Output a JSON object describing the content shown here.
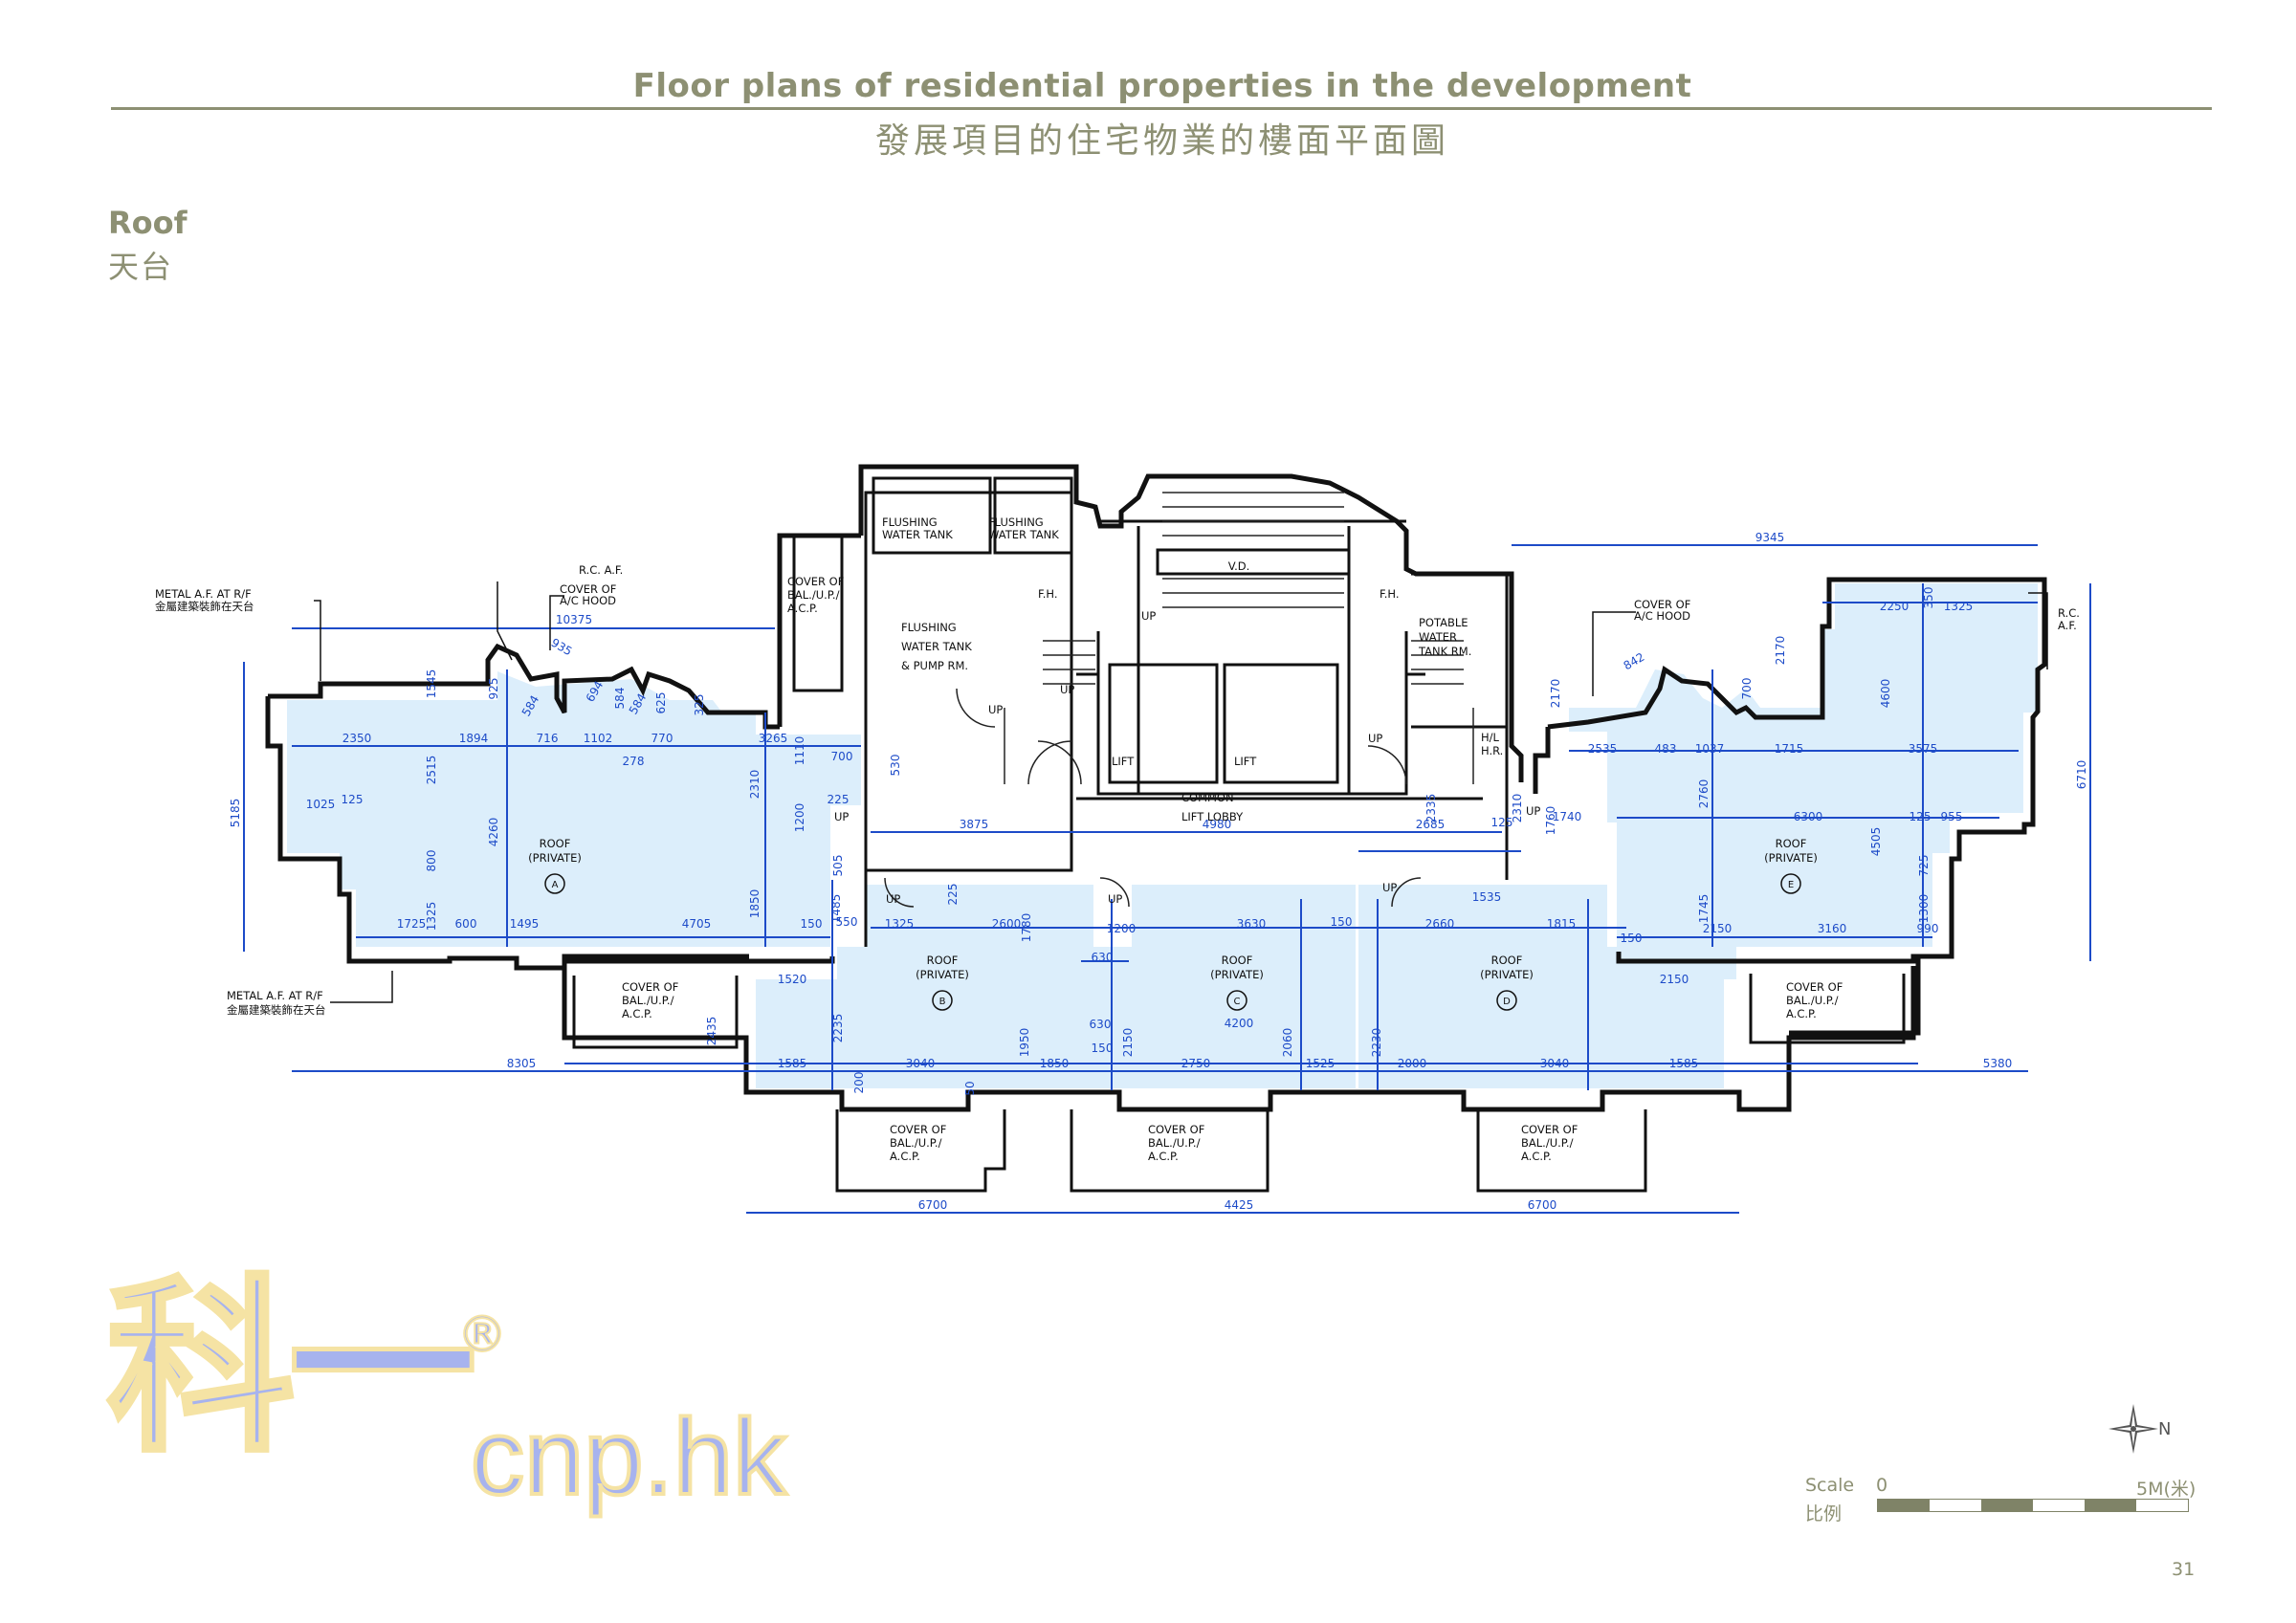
{
  "header": {
    "title_en": "Floor plans of residential properties in the development",
    "title_zh": "發展項目的住宅物業的樓面平面圖"
  },
  "section": {
    "title_en": "Roof",
    "title_zh": "天台"
  },
  "plan": {
    "rooms": [
      {
        "id": "A",
        "title": "ROOF",
        "subtitle": "(PRIVATE)"
      },
      {
        "id": "B",
        "title": "ROOF",
        "subtitle": "(PRIVATE)"
      },
      {
        "id": "C",
        "title": "ROOF",
        "subtitle": "(PRIVATE)"
      },
      {
        "id": "D",
        "title": "ROOF",
        "subtitle": "(PRIVATE)"
      },
      {
        "id": "E",
        "title": "ROOF",
        "subtitle": "(PRIVATE)"
      }
    ],
    "labels": {
      "flushing_tank_1": [
        "FLUSHING",
        "WATER TANK"
      ],
      "flushing_tank_2": [
        "FLUSHING",
        "WATER TANK"
      ],
      "flushing_pump": [
        "FLUSHING",
        "WATER TANK",
        "& PUMP RM."
      ],
      "potable_tank": [
        "POTABLE",
        "WATER",
        "TANK RM."
      ],
      "vd": "V.D.",
      "lift": "LIFT",
      "lobby": [
        "COMMON",
        "LIFT LOBBY"
      ],
      "fh": "F.H.",
      "up": "UP",
      "hl_hr": [
        "H/L",
        "H.R."
      ],
      "rc_af": "R.C. A.F.",
      "rc_af_stack": [
        "R.C.",
        "A.F."
      ],
      "ac_hood": [
        "COVER OF",
        "A/C HOOD"
      ],
      "bal_cover": [
        "COVER OF",
        "BAL./U.P./",
        "A.C.P."
      ],
      "metal_en": "METAL A.F. AT R/F",
      "metal_zh": "金屬建築裝飾在天台"
    },
    "dims": {
      "top_left_run": "10375",
      "top_right_run": "9345",
      "bottom_left_run": "8305",
      "bottom_right_run": "5380",
      "bottom_segments": [
        "6700",
        "4425",
        "6700"
      ],
      "left_height": "5185",
      "right_height": "6710",
      "roof_a": [
        "2350",
        "1894",
        "716",
        "1102",
        "770",
        "3265",
        "278",
        "1025",
        "125",
        "2515",
        "4260",
        "800",
        "1325",
        "1725",
        "600",
        "1495",
        "4705",
        "150",
        "1110",
        "2310",
        "1200",
        "1850",
        "225",
        "700",
        "935",
        "925",
        "584",
        "694",
        "584",
        "584",
        "625",
        "325",
        "1545"
      ],
      "center": [
        "3875",
        "4980",
        "2685",
        "1325",
        "2600",
        "3630",
        "2660",
        "1815",
        "1535",
        "1200",
        "630",
        "4200",
        "2310",
        "2335",
        "530",
        "1485",
        "505",
        "550",
        "150",
        "125",
        "225"
      ],
      "bottom_strip": [
        "1585",
        "3040",
        "1850",
        "2750",
        "1525",
        "2000",
        "3040",
        "1585",
        "1520",
        "2150",
        "2235",
        "2435",
        "1950",
        "2150",
        "2060",
        "2230",
        "200",
        "150",
        "50",
        "1780",
        "630"
      ],
      "roof_e": [
        "2250",
        "1325",
        "2170",
        "4600",
        "2535",
        "483",
        "1037",
        "1715",
        "3575",
        "2760",
        "6300",
        "125",
        "955",
        "4505",
        "725",
        "1745",
        "1300",
        "990",
        "3160",
        "2150",
        "150",
        "350",
        "700",
        "1760",
        "2170",
        "1740",
        "842"
      ]
    }
  },
  "scale": {
    "label_en": "Scale",
    "label_zh": "比例",
    "start": "0",
    "end": "5M(米)"
  },
  "compass": {
    "north": "N"
  },
  "page_number": "31",
  "watermark": {
    "zh": "科一",
    "en": "cnp.hk",
    "mark": "®"
  },
  "colors": {
    "heading": "#8d9073",
    "dimension_blue": "#1d4bc8",
    "roof_fill": "#dceefb",
    "wall": "#111111",
    "watermark": "#a7b3ee"
  }
}
